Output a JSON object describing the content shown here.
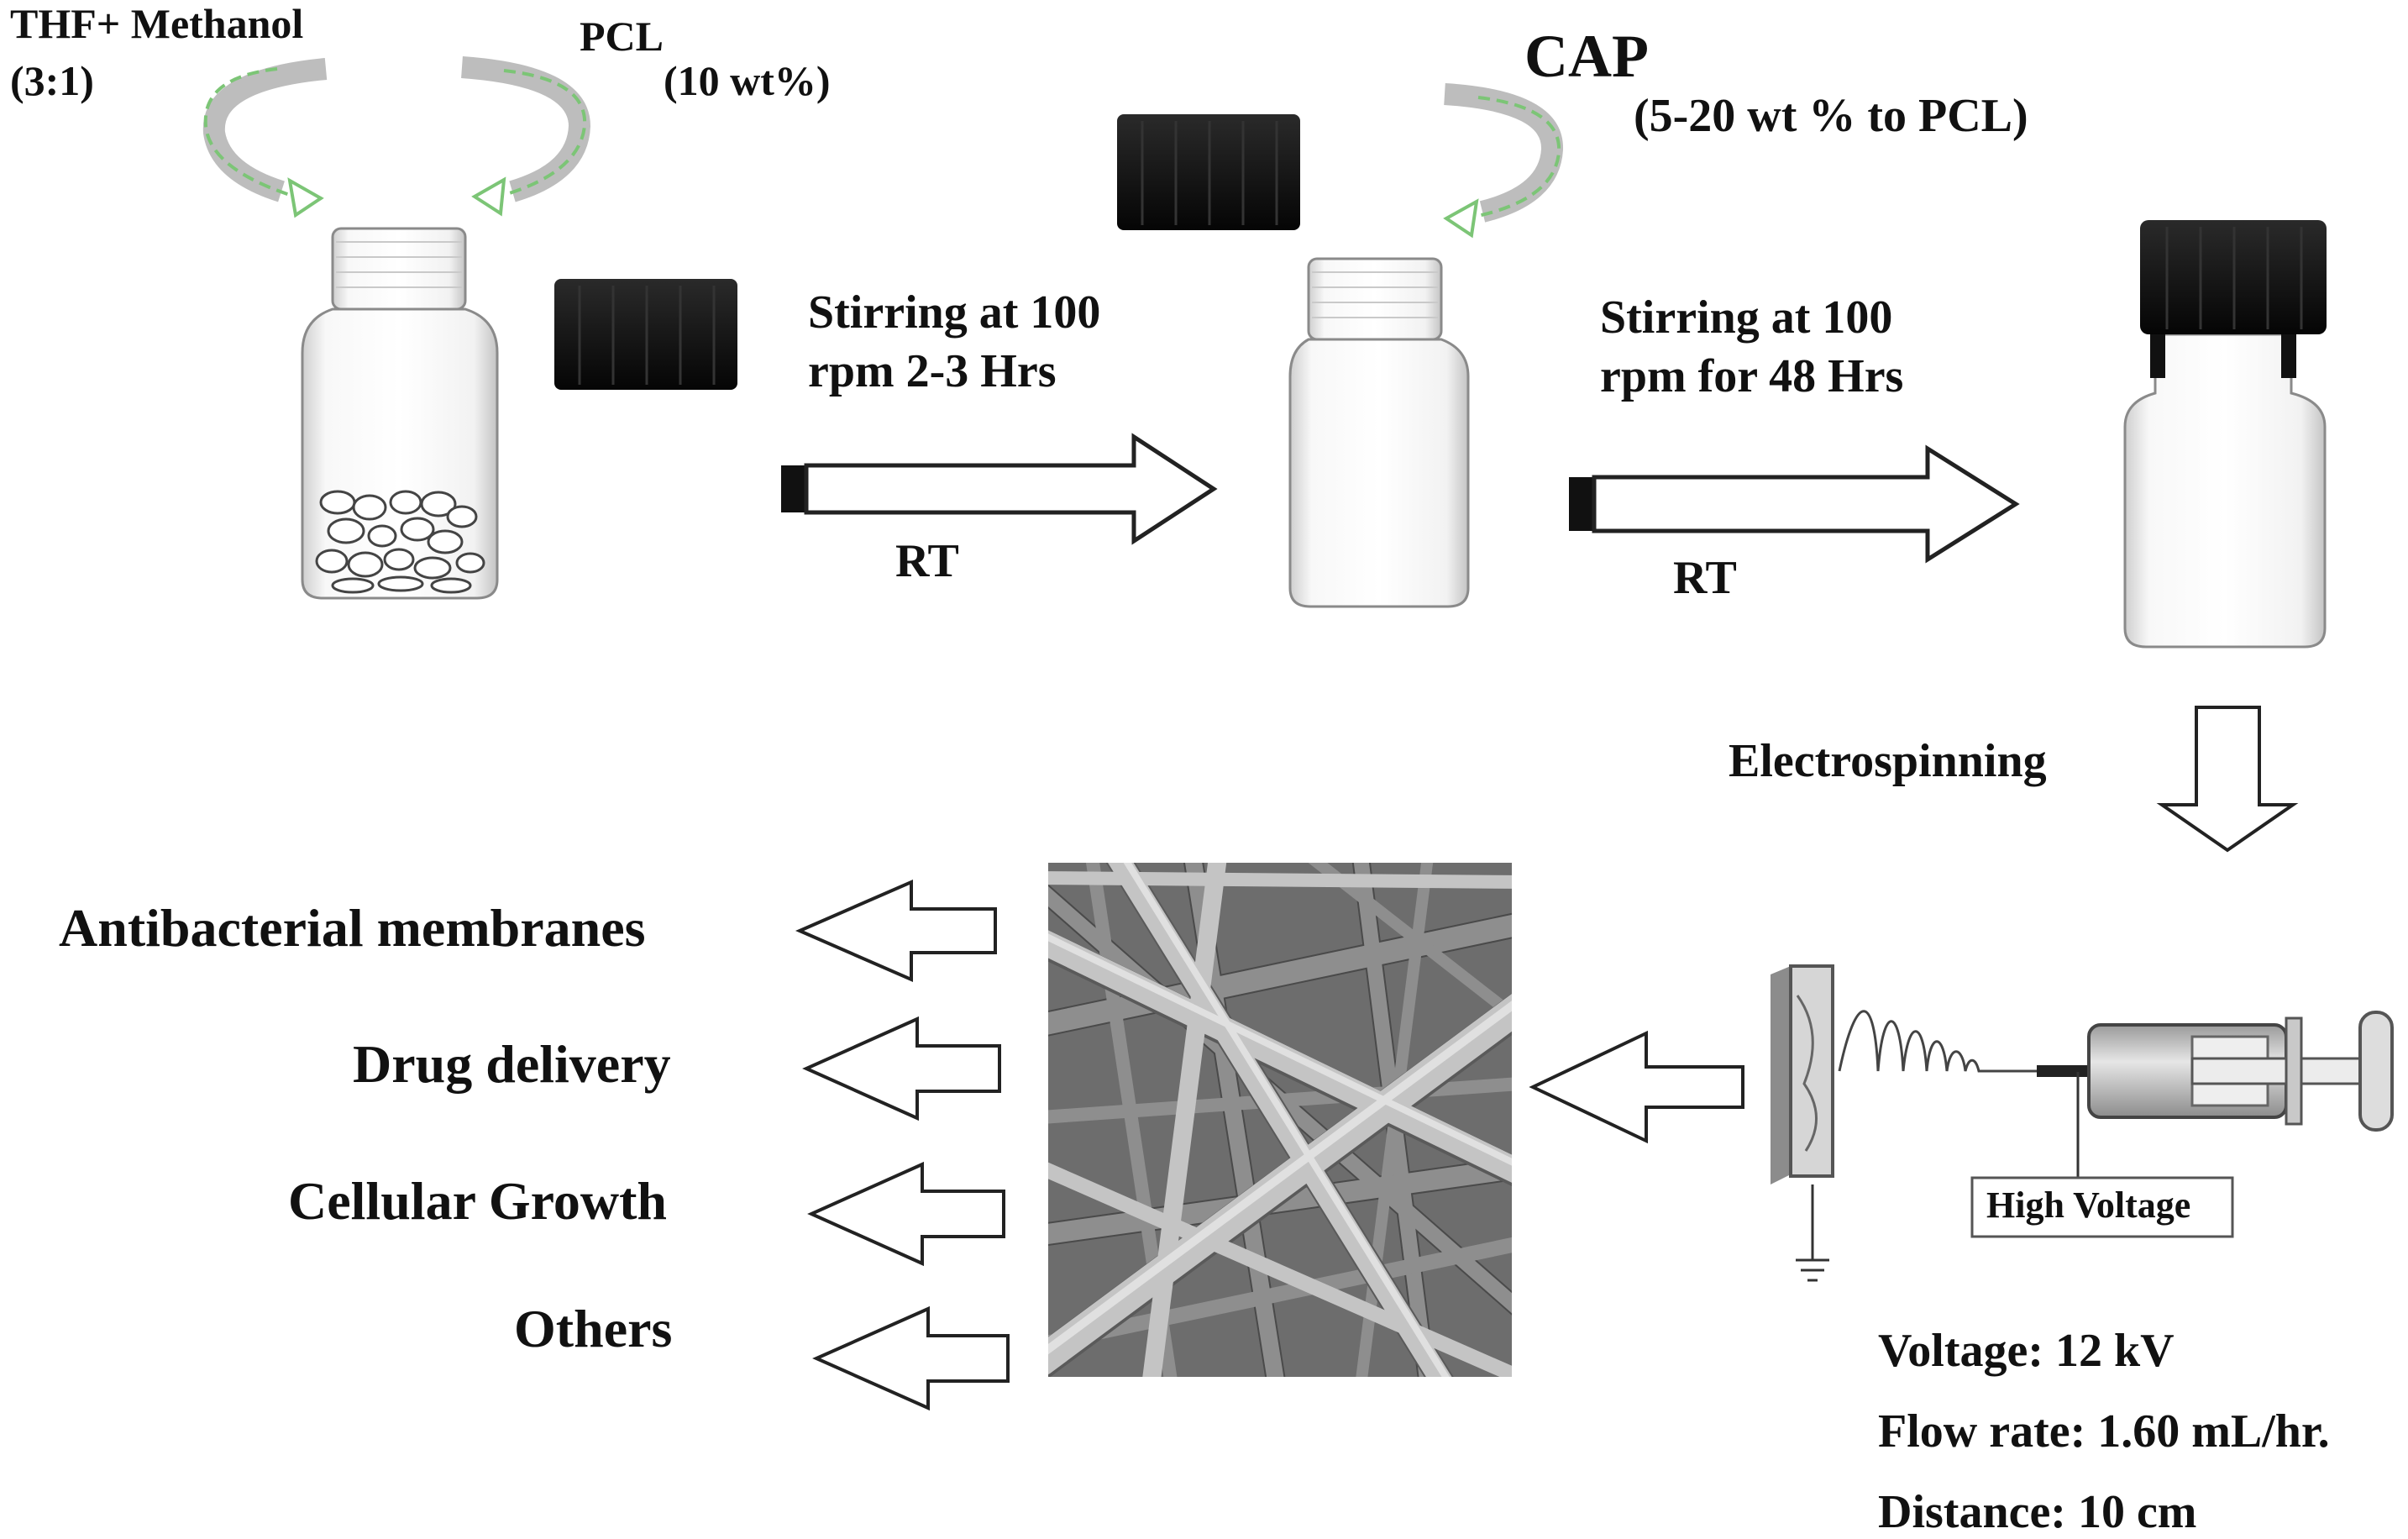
{
  "colors": {
    "swirl_green": "#7cc576",
    "swirl_gray": "#bdbdbd",
    "cap": "#141414",
    "glass_stroke": "#8a8a8a",
    "arrow_stroke": "#222222",
    "sem_base": "#6d6d6d"
  },
  "step1": {
    "solvent_line1": "THF+ Methanol",
    "solvent_line2": "(3:1)",
    "polymer": "PCL",
    "polymer_conc": "(10 wt%)"
  },
  "step2": {
    "stir_line1": "Stirring at 100",
    "stir_line2": "rpm 2-3 Hrs",
    "temp": "RT",
    "additive": "CAP",
    "additive_conc": "(5-20 wt % to PCL)"
  },
  "step3": {
    "stir_line1": "Stirring at 100",
    "stir_line2": "rpm for 48 Hrs",
    "temp": "RT"
  },
  "electrospinning": {
    "label": "Electrospinning",
    "supply_label": "High Voltage",
    "params": [
      "Voltage: 12 kV",
      "Flow rate: 1.60 mL/hr.",
      "Distance: 10 cm"
    ]
  },
  "applications": [
    "Antibacterial membranes",
    "Drug delivery",
    "Cellular Growth",
    "Others"
  ]
}
